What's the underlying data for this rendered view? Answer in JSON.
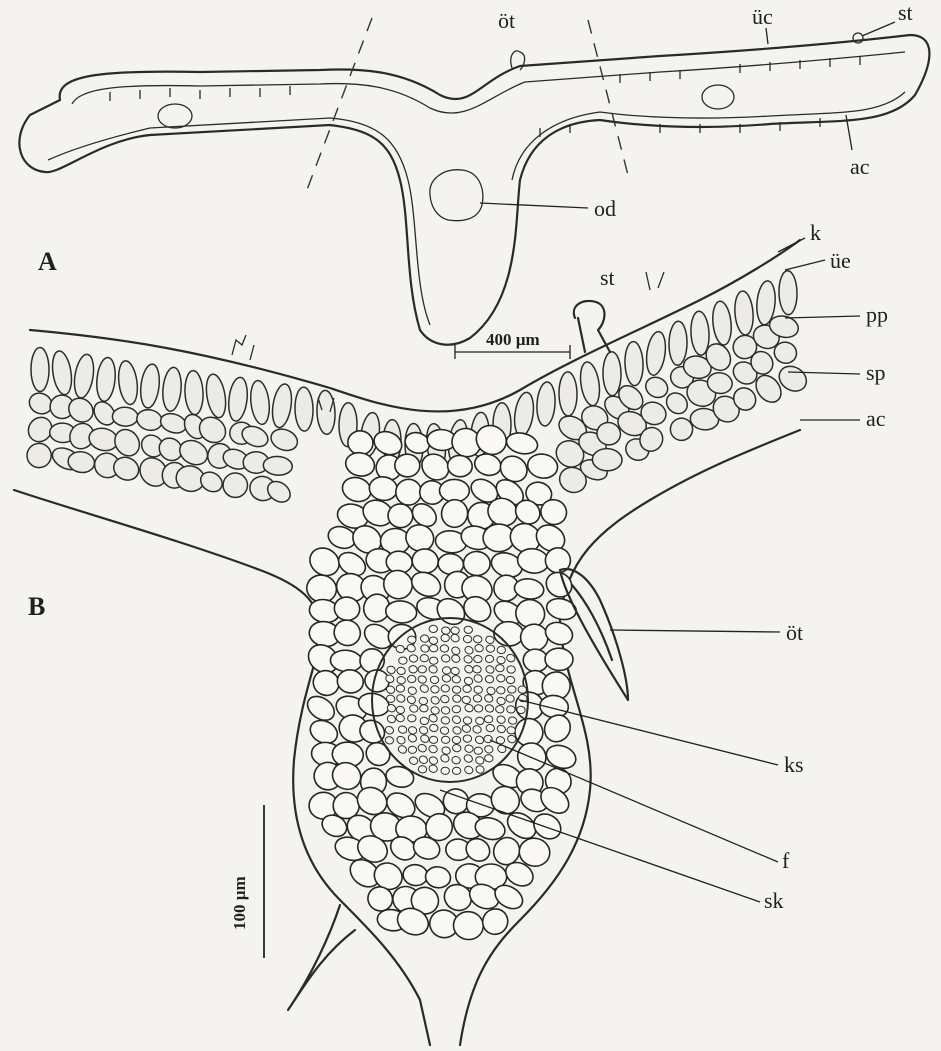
{
  "figure": {
    "panel_a": {
      "panel_label": "A",
      "scale_bar": "400 µm",
      "labels": {
        "ot": "öt",
        "uc": "üc",
        "st": "st",
        "ac": "ac",
        "od": "od"
      }
    },
    "panel_b": {
      "panel_label": "B",
      "scale_bar": "100 µm",
      "labels": {
        "k": "k",
        "ue": "üe",
        "st": "st",
        "pp": "pp",
        "sp": "sp",
        "ac": "ac",
        "ot": "öt",
        "ks": "ks",
        "f": "f",
        "sk": "sk"
      }
    }
  }
}
